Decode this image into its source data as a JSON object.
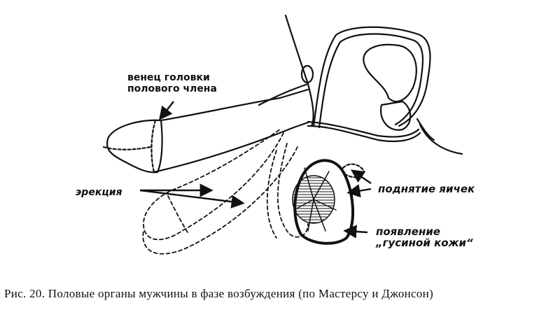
{
  "figure": {
    "labels": {
      "glans_corona_line1": "венец головки",
      "glans_corona_line2": "полового члена",
      "erection": "эрекция",
      "testes_elevation": "поднятие яичек",
      "goosebumps_line1": "появление",
      "goosebumps_line2": "„гусиной кожи“"
    },
    "caption": "Рис. 20. Половые органы мужчины в фазе возбуждения (по Мастерсу и Джонсон)"
  },
  "colors": {
    "ink": "#111111",
    "background": "#ffffff"
  }
}
